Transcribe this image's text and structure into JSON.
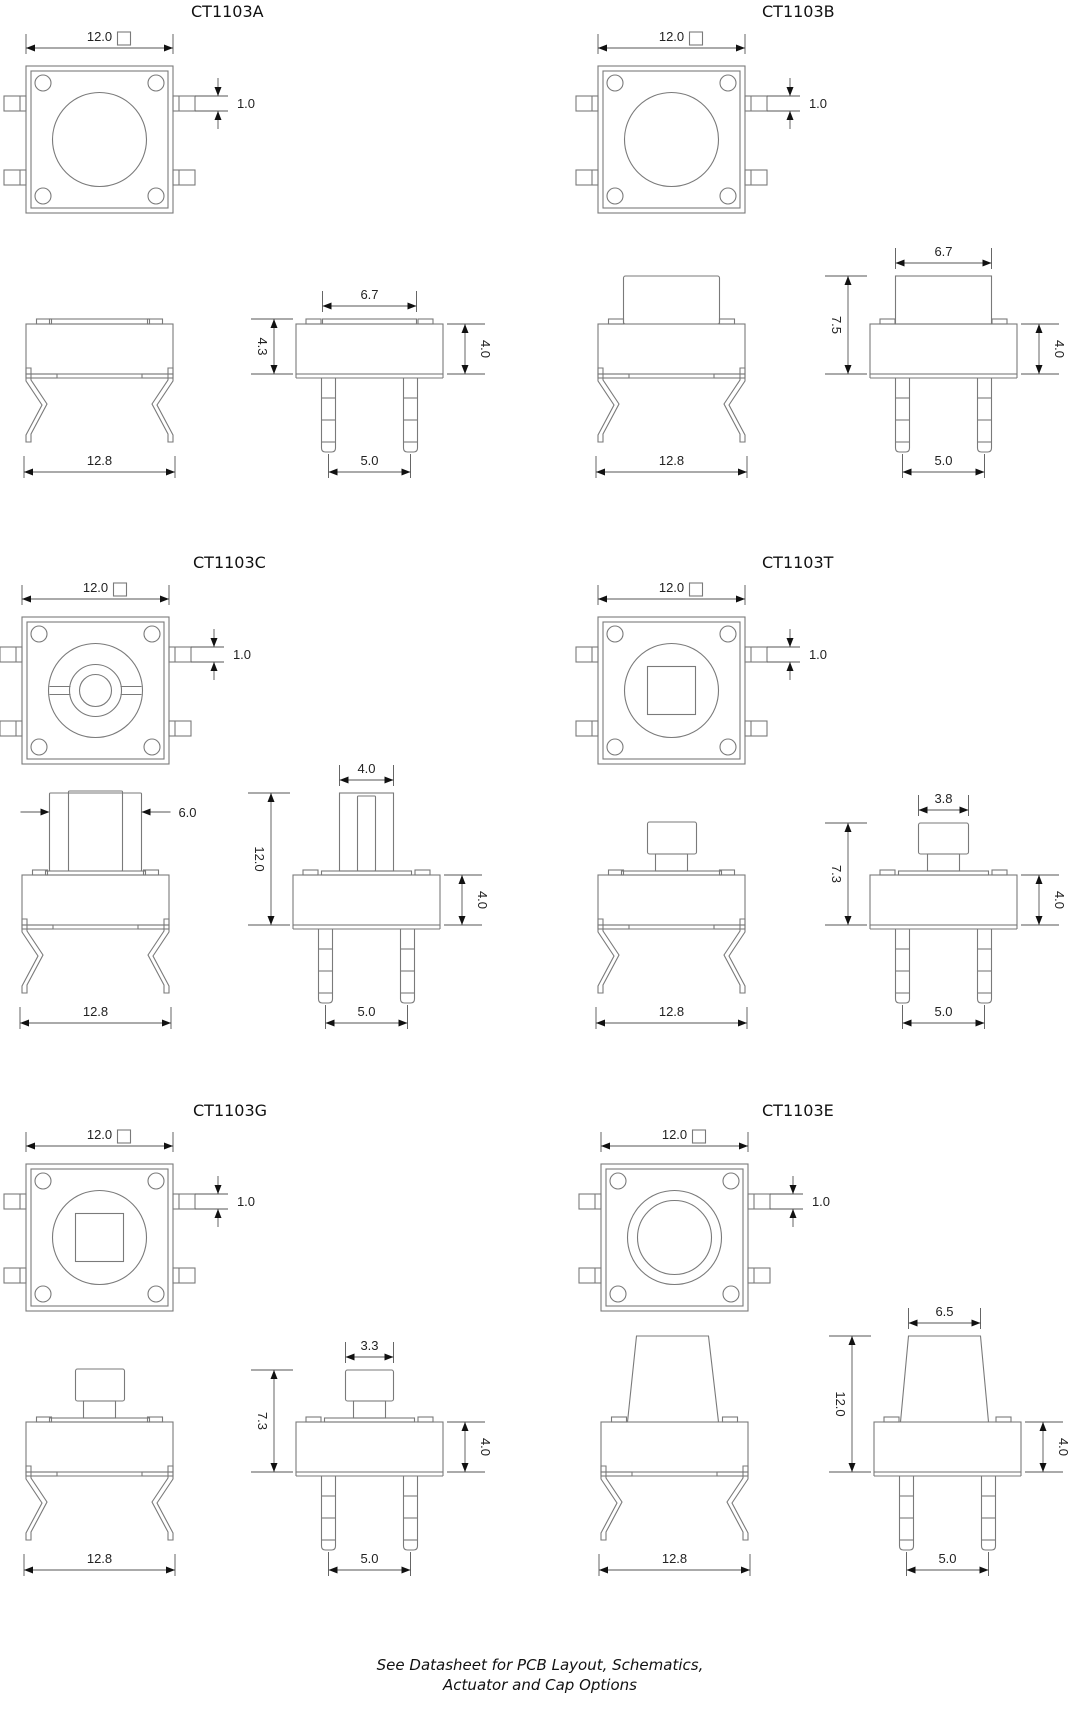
{
  "document": {
    "footer": {
      "line1": "See Datasheet for PCB Layout, Schematics,",
      "line2": "Actuator and Cap Options"
    },
    "parts": [
      {
        "id": "A",
        "title": "CT1103A",
        "top_view": {
          "width_label": "12.0",
          "square_symbol": true,
          "pin_label": "1.0",
          "actuator": "round"
        },
        "side_view": {
          "lead_span_label": "12.8"
        },
        "front_view": {
          "top_width_label": "6.7",
          "total_height_label": "4.3",
          "body_height_label": "4.0",
          "pin_pitch_label": "5.0",
          "actuator": "flat"
        }
      },
      {
        "id": "B",
        "title": "CT1103B",
        "top_view": {
          "width_label": "12.0",
          "square_symbol": true,
          "pin_label": "1.0",
          "actuator": "round"
        },
        "side_view": {
          "lead_span_label": "12.8"
        },
        "front_view": {
          "top_width_label": "6.7",
          "total_height_label": "7.5",
          "body_height_label": "4.0",
          "pin_pitch_label": "5.0",
          "actuator": "block"
        }
      },
      {
        "id": "C",
        "title": "CT1103C",
        "top_view": {
          "width_label": "12.0",
          "square_symbol": true,
          "pin_label": "1.0",
          "actuator": "slotted-round"
        },
        "side_view": {
          "lead_span_label": "12.8",
          "stem_width_label": "6.0"
        },
        "front_view": {
          "top_width_label": "4.0",
          "total_height_label": "12.0",
          "body_height_label": "4.0",
          "pin_pitch_label": "5.0",
          "actuator": "tall-stem"
        }
      },
      {
        "id": "T",
        "title": "CT1103T",
        "top_view": {
          "width_label": "12.0",
          "square_symbol": true,
          "pin_label": "1.0",
          "actuator": "square-in-round"
        },
        "side_view": {
          "lead_span_label": "12.8"
        },
        "front_view": {
          "top_width_label": "3.8",
          "total_height_label": "7.3",
          "body_height_label": "4.0",
          "pin_pitch_label": "5.0",
          "actuator": "square-cap"
        }
      },
      {
        "id": "G",
        "title": "CT1103G",
        "top_view": {
          "width_label": "12.0",
          "square_symbol": true,
          "pin_label": "1.0",
          "actuator": "square-in-round"
        },
        "side_view": {
          "lead_span_label": "12.8"
        },
        "front_view": {
          "top_width_label": "3.3",
          "total_height_label": "7.3",
          "body_height_label": "4.0",
          "pin_pitch_label": "5.0",
          "actuator": "square-cap"
        }
      },
      {
        "id": "E",
        "title": "CT1103E",
        "top_view": {
          "width_label": "12.0",
          "square_symbol": true,
          "pin_label": "1.0",
          "actuator": "double-round"
        },
        "side_view": {
          "lead_span_label": "12.8"
        },
        "front_view": {
          "top_width_label": "6.5",
          "total_height_label": "12.0",
          "body_height_label": "4.0",
          "pin_pitch_label": "5.0",
          "actuator": "tapered"
        }
      }
    ]
  }
}
